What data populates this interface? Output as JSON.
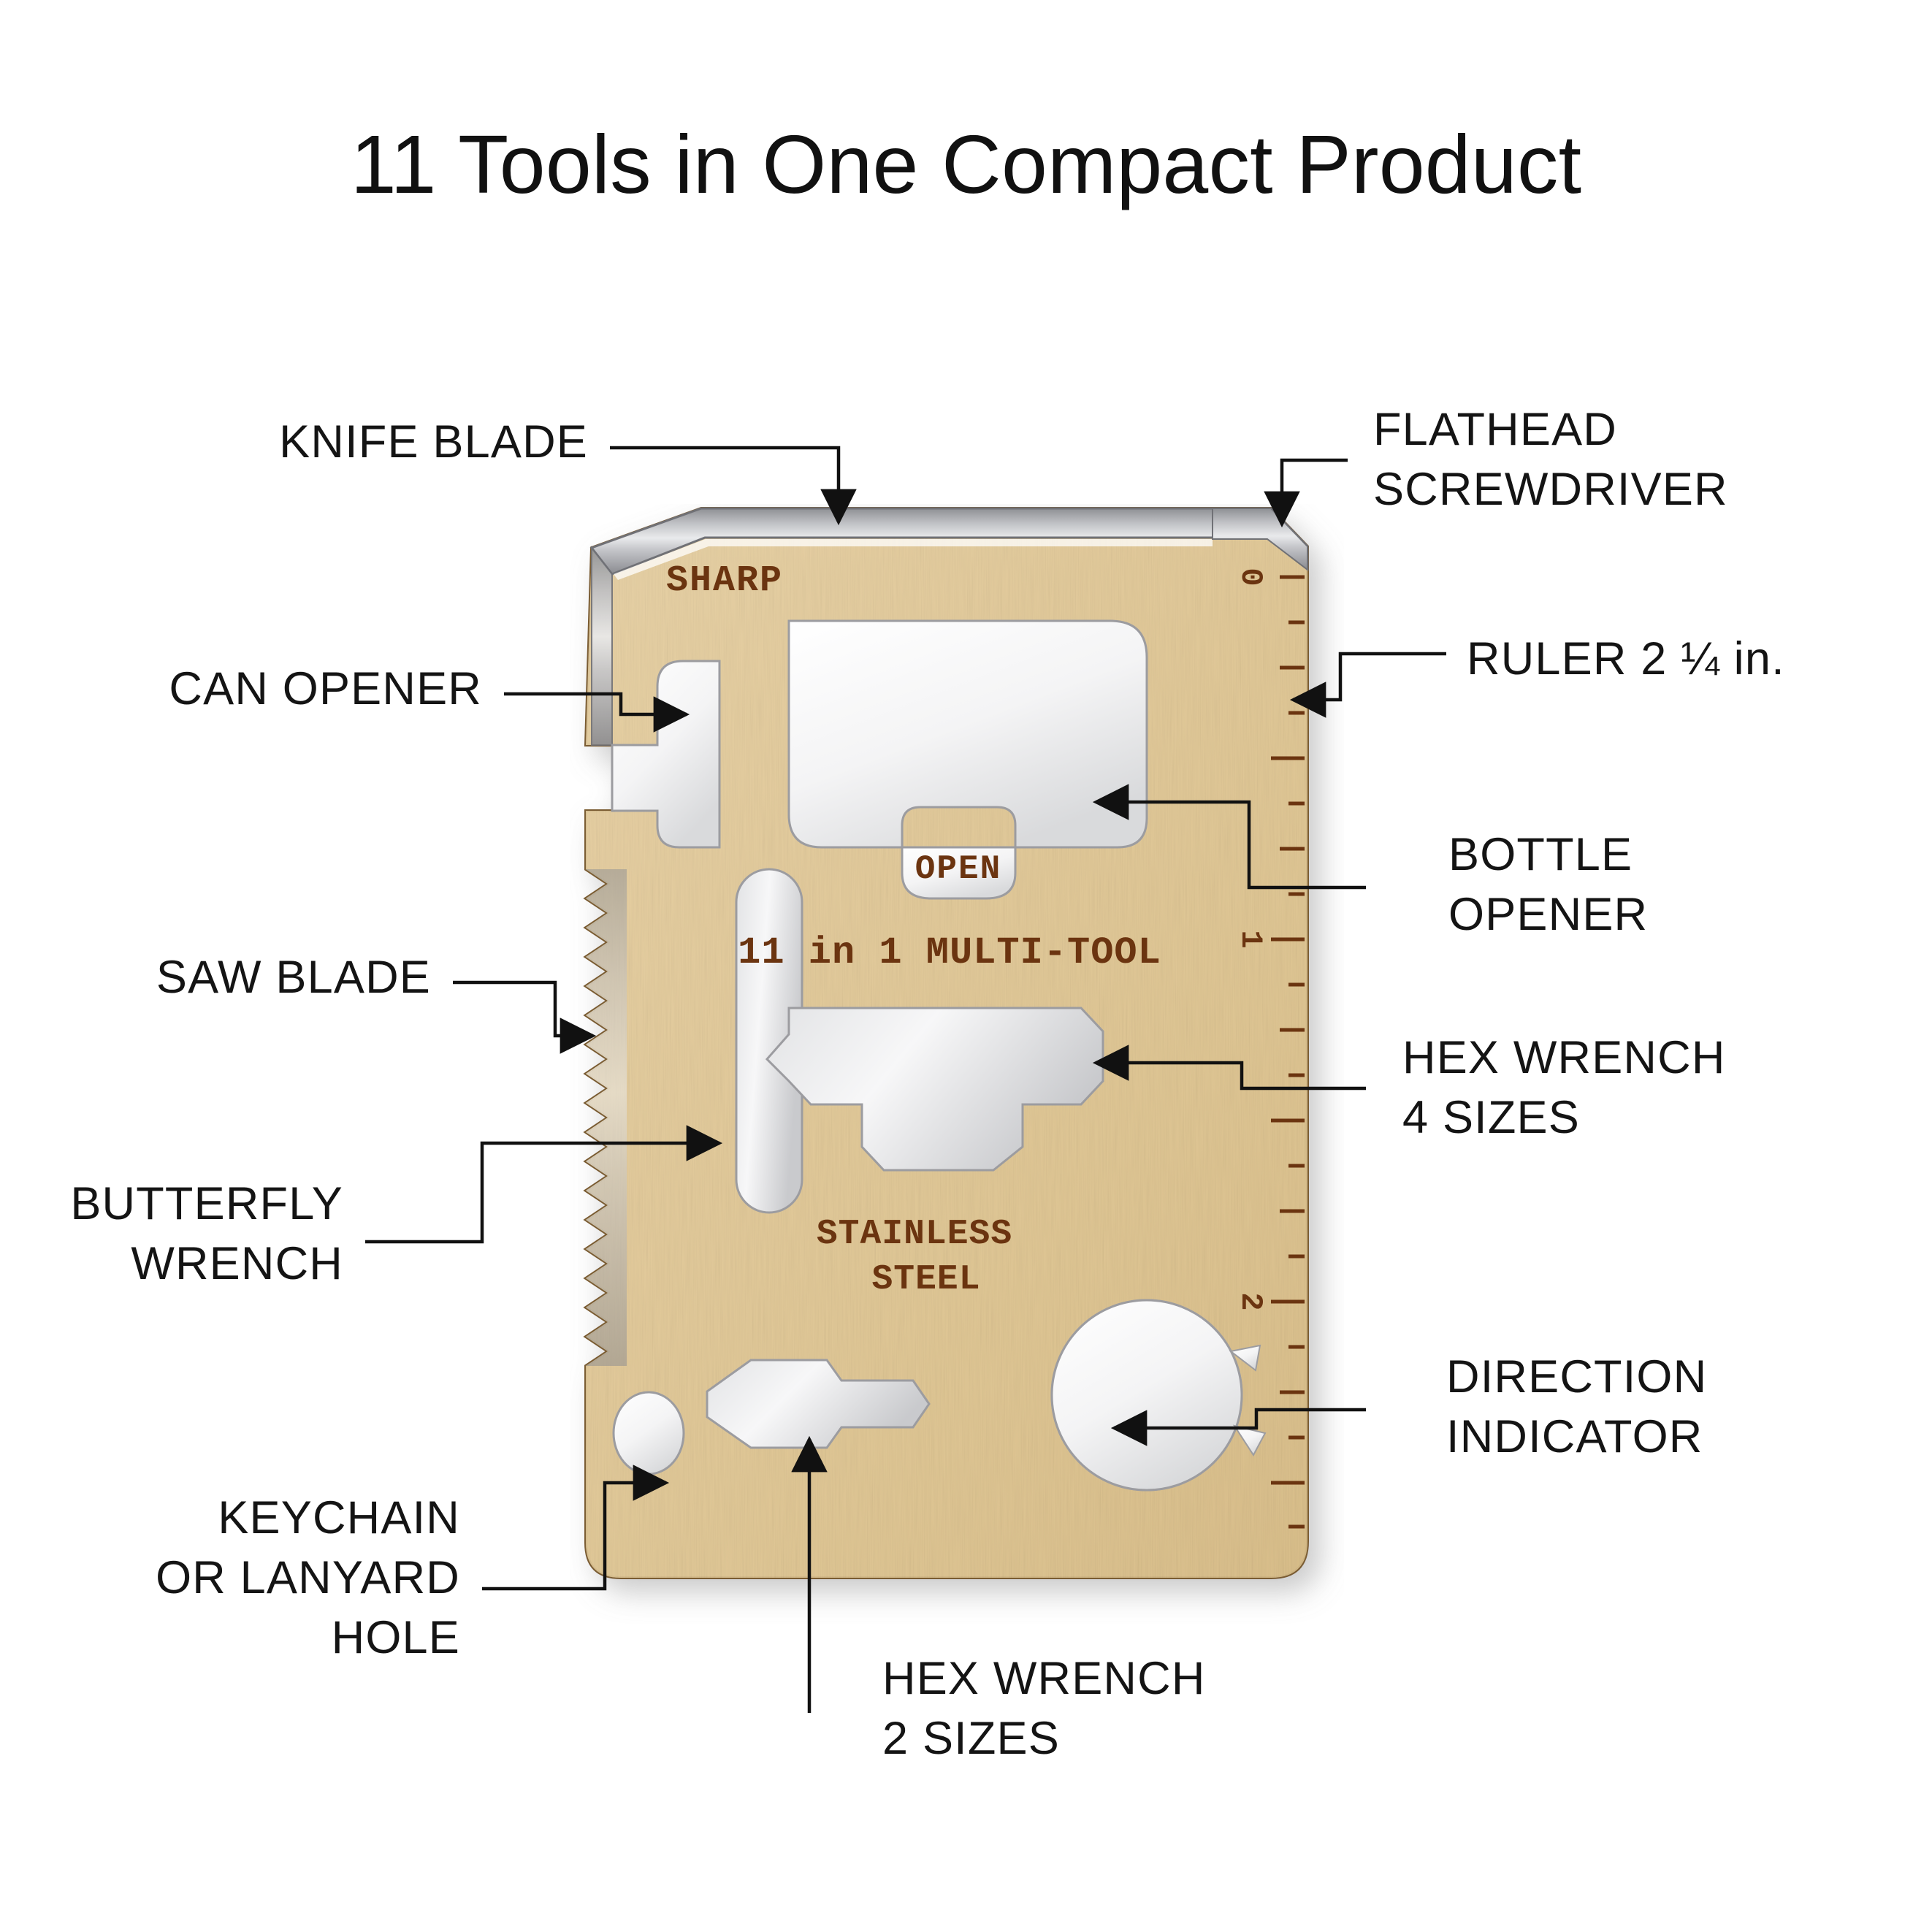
{
  "header": {
    "title": "11 Tools in One Compact Product"
  },
  "product": {
    "engravings": {
      "sharp": "SHARP",
      "open": "OPEN",
      "multitool": "11 in 1 MULTI-TOOL",
      "material_line1": "STAINLESS",
      "material_line2": "STEEL"
    },
    "ruler_marks": [
      "0",
      "1",
      "2"
    ],
    "colors": {
      "wood_light": "#e8d3a8",
      "wood_mid": "#dcc08c",
      "wood_dark": "#c9a86a",
      "engrave": "#6b3410",
      "metal_light": "#d8d8da",
      "metal_mid": "#a8a9ad",
      "metal_dark": "#76777c",
      "cut_edge": "#7a5b33",
      "label_text": "#141414",
      "leader_line": "#111111",
      "background": "#ffffff"
    }
  },
  "callouts": [
    {
      "id": "knife-blade",
      "text": "KNIFE BLADE",
      "align": "right"
    },
    {
      "id": "can-opener",
      "text": "CAN OPENER",
      "align": "right"
    },
    {
      "id": "saw-blade",
      "text": "SAW BLADE",
      "align": "right"
    },
    {
      "id": "butterfly-wrench",
      "text": "BUTTERFLY\nWRENCH",
      "align": "right"
    },
    {
      "id": "keychain-hole",
      "text": "KEYCHAIN\nOR LANYARD\nHOLE",
      "align": "right"
    },
    {
      "id": "flathead-screwdriver",
      "text": "FLATHEAD\nSCREWDRIVER",
      "align": "left"
    },
    {
      "id": "ruler",
      "text": "RULER 2 ¼ in.",
      "align": "left"
    },
    {
      "id": "bottle-opener",
      "text": "BOTTLE\nOPENER",
      "align": "left"
    },
    {
      "id": "hex-wrench-4",
      "text": "HEX WRENCH\n4 SIZES",
      "align": "left"
    },
    {
      "id": "direction-indicator",
      "text": "DIRECTION\nINDICATOR",
      "align": "left"
    },
    {
      "id": "hex-wrench-2",
      "text": "HEX WRENCH\n2 SIZES",
      "align": "left"
    }
  ]
}
